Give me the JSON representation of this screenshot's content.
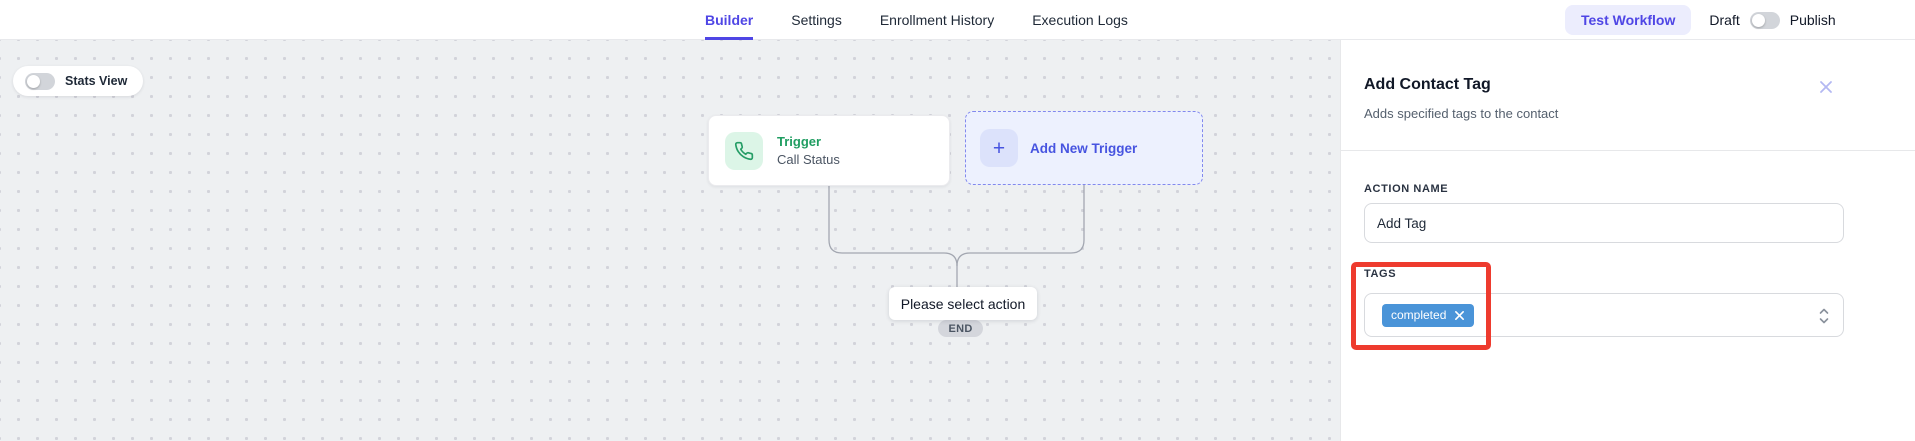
{
  "header": {
    "tabs": [
      {
        "label": "Builder",
        "active": true
      },
      {
        "label": "Settings",
        "active": false
      },
      {
        "label": "Enrollment History",
        "active": false
      },
      {
        "label": "Execution Logs",
        "active": false
      }
    ],
    "test_workflow_label": "Test Workflow",
    "draft_label": "Draft",
    "publish_label": "Publish",
    "publish_toggle_state": "off"
  },
  "canvas": {
    "stats_view_label": "Stats View",
    "stats_toggle_state": "off",
    "trigger_card": {
      "title": "Trigger",
      "subtitle": "Call Status"
    },
    "add_trigger_label": "Add New Trigger",
    "select_action_label": "Please select action",
    "end_label": "END"
  },
  "panel": {
    "title": "Add Contact Tag",
    "subtitle": "Adds specified tags to the contact",
    "action_name_label": "ACTION NAME",
    "action_name_value": "Add Tag",
    "tags_label": "TAGS",
    "tag_chip": "completed"
  },
  "colors": {
    "accent_indigo": "#4f46e5",
    "trigger_green": "#1f9d61",
    "chip_blue": "#4a94d8",
    "annotation_red": "#ee3b2e",
    "canvas_bg": "#eef0f2"
  }
}
